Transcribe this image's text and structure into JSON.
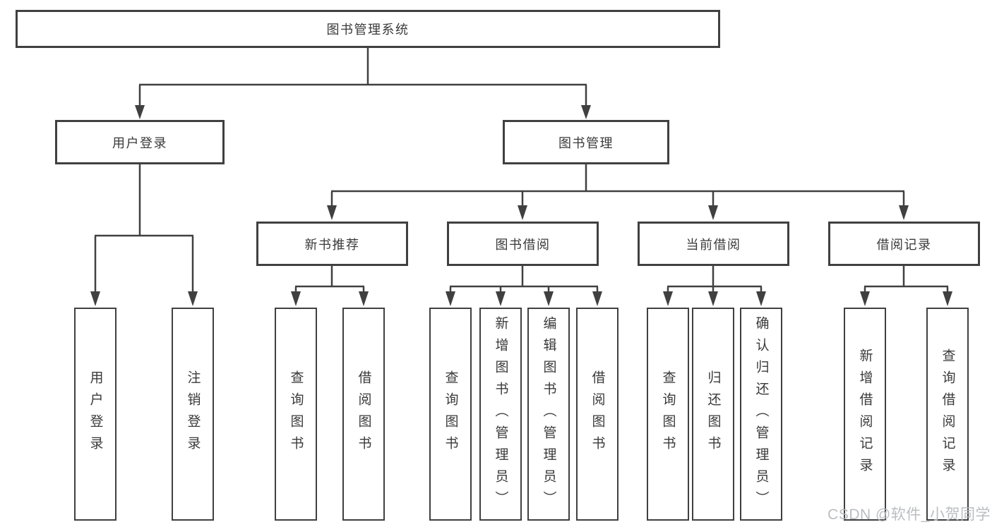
{
  "diagram": {
    "root": "图书管理系统",
    "branches": [
      {
        "label": "用户登录",
        "children": [
          {
            "label": "用户登录"
          },
          {
            "label": "注销登录"
          }
        ]
      },
      {
        "label": "图书管理",
        "children": [
          {
            "label": "新书推荐",
            "children": [
              {
                "label": "查询图书"
              },
              {
                "label": "借阅图书"
              }
            ]
          },
          {
            "label": "图书借阅",
            "children": [
              {
                "label": "查询图书"
              },
              {
                "label": "新增图书（管理员）"
              },
              {
                "label": "编辑图书（管理员）"
              },
              {
                "label": "借阅图书"
              }
            ]
          },
          {
            "label": "当前借阅",
            "children": [
              {
                "label": "查询图书"
              },
              {
                "label": "归还图书"
              },
              {
                "label": "确认归还（管理员）"
              }
            ]
          },
          {
            "label": "借阅记录",
            "children": [
              {
                "label": "新增借阅记录"
              },
              {
                "label": "查询借阅记录"
              }
            ]
          }
        ]
      }
    ]
  },
  "watermark": "CSDN @软件_小贺同学",
  "colors": {
    "line": "#404040",
    "text": "#3a3a3a",
    "watermark": "#b7babd",
    "background": "#ffffff"
  }
}
